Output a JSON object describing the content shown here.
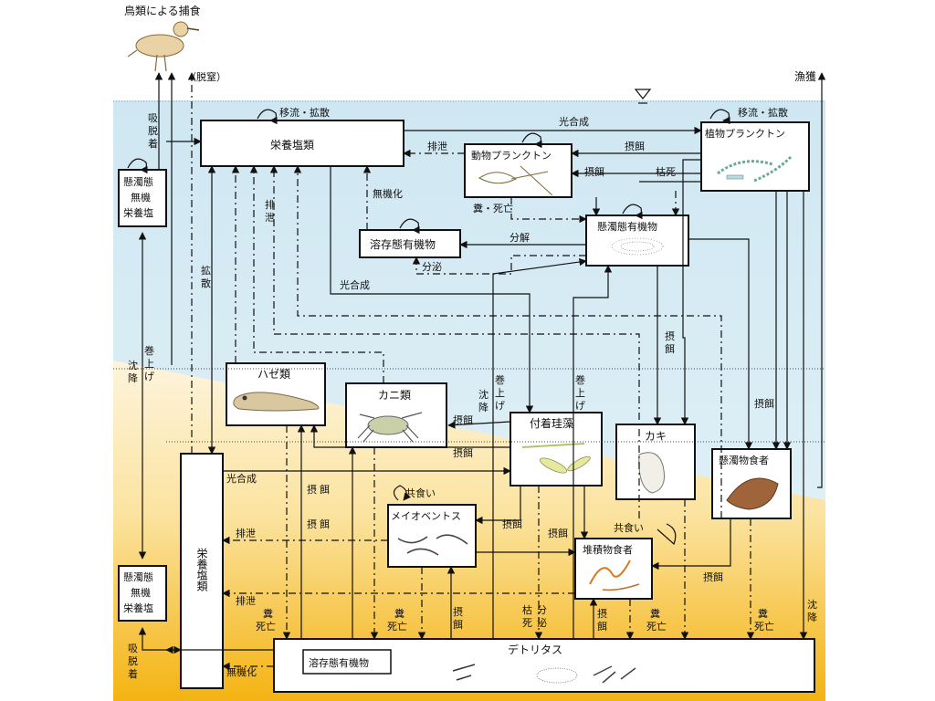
{
  "top": {
    "bird_caption": "鳥類による捕食",
    "desorption_top": "（脱窒）",
    "fishery": "漁獲"
  },
  "compartments": {
    "nutrients_water": "栄養塩類",
    "zooplankton": "動物プランクトン",
    "phytoplankton": "植物プランクトン",
    "dissolved_organic_water": "溶存態有機物",
    "suspended_organic": "懸濁態有機物",
    "suspended_inorganic_upper": "懸濁態\n無機\n栄養塩",
    "suspended_inorganic_lower": "懸濁態\n無機\n栄養塩",
    "goby": "ハゼ類",
    "crab": "カニ類",
    "attached_algae": "付着珪藻",
    "oyster": "カキ",
    "suspension_feeder": "懸濁物食者",
    "meiobenthos": "メイオベントス",
    "deposit_feeder": "堆積物食者",
    "nutrients_sediment": "栄養塩類",
    "detritus": "デトリタス",
    "dissolved_organic_sediment": "溶存態有機物"
  },
  "flows": {
    "advection_left": "移流・拡散",
    "advection_right": "移流・拡散",
    "photosynthesis_top": "光合成",
    "excretion_zoo": "排泄",
    "grazing_phyto": "摂餌",
    "grazing_susp": "摂餌",
    "withering": "枯死",
    "feces_death": "糞・死亡",
    "inorganization": "無機化",
    "decomposition": "分解",
    "secretion": "分泌",
    "adsorption": "吸\n脱\n着",
    "diffusion": "拡\n散",
    "excretion_vertical": "排\n泄",
    "photosynthesis_mid": "光合成",
    "settle_left": "沈\n降",
    "rollup_left": "巻\n上\nげ",
    "settle_mid": "沈\n降",
    "rollup_mid": "巻\n上\nげ",
    "rollup_mid2": "巻\n上\nげ",
    "grazing_oyster": "摂\n餌",
    "grazing_right": "摂餌",
    "grazing_crab1": "摂餌",
    "grazing_crab2": "摂餌",
    "photosynthesis_low": "光合成",
    "grazing_v1": "摂\n餌",
    "grazing_v2": "摂\n餌",
    "cannibal_meio": "共食い",
    "cannibal_dep": "共食い",
    "grazing_meio": "摂餌",
    "grazing_dep": "摂餌",
    "grazing_dep_right": "摂餌",
    "excretion_low1": "排泄",
    "excretion_low2": "排泄",
    "feces_death_1": "糞\n死亡",
    "feces_death_2": "糞\n死亡",
    "feces_death_3": "糞\n死亡",
    "feces_death_4": "糞\n死亡",
    "grazing_bottom": "摂\n餌",
    "wither_secrete_a": "枯\n死",
    "wither_secrete_b": "分\n泌",
    "grazing_dep_bottom": "摂\n餌",
    "settle_right": "沈\n降",
    "inorganization_low": "無機化",
    "adsorption_low": "吸\n脱\n着"
  },
  "colors": {
    "water": "#d6ebf4",
    "sediment_light": "#fbeec6",
    "sediment_dark": "#f2b000"
  }
}
